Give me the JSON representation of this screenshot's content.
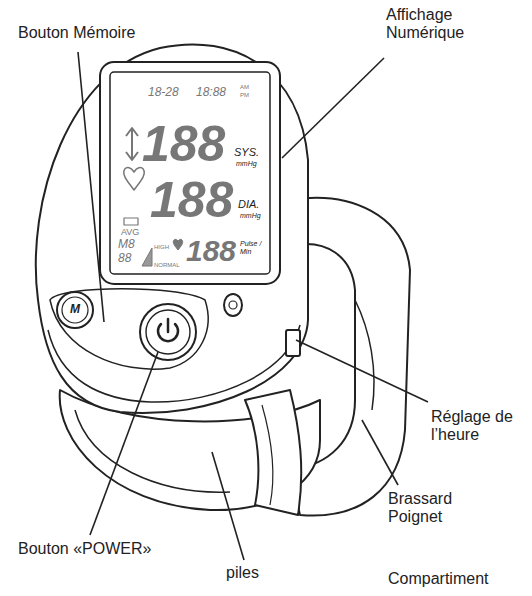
{
  "diagram": {
    "labels": [
      "Bouton Mémoire",
      "Affichage Numérique",
      "Réglage de l’heure",
      "Brassard Poignet",
      "Bouton «POWER»",
      "piles",
      "Compartiment",
      "18-28",
      "18:88",
      "AM",
      "PM",
      "188",
      "SYS.",
      "mmHg",
      "188",
      "DIA.",
      "mmHg",
      "AVG",
      "M8",
      "88",
      "HIGH",
      "NORMAL",
      "188",
      "Pulse / Min",
      "M"
    ]
  }
}
